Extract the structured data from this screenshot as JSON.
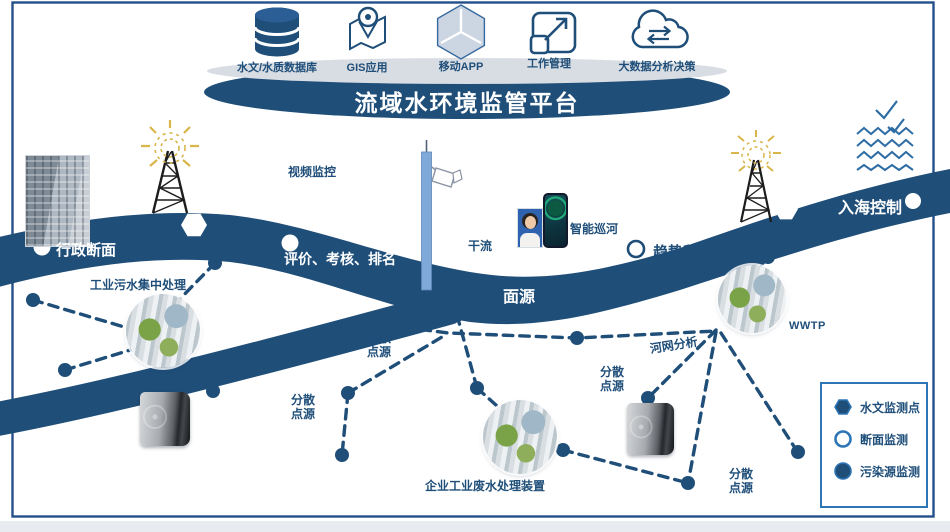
{
  "platform": {
    "title": "流域水环境监管平台",
    "modules": [
      {
        "label": "水文/水质数据库",
        "icon": "database-icon"
      },
      {
        "label": "GIS应用",
        "icon": "map-pin-icon"
      },
      {
        "label": "移动APP",
        "icon": "hexagon-box-icon"
      },
      {
        "label": "工作管理",
        "icon": "expand-arrow-icon"
      },
      {
        "label": "大数据分析决策",
        "icon": "cloud-transfer-icon"
      }
    ]
  },
  "river": {
    "admin_section": "行政断面",
    "evaluation": "评价、考核、排名",
    "main_stream": "干流",
    "nonpoint_source": "面源",
    "sea_entry": "入海控制",
    "trend_research": "趋势科研"
  },
  "monitoring": {
    "video": "视频监控",
    "smart_patrol": "智能巡河",
    "industrial_treatment": "工业污水集中处理",
    "network_analysis": "河网分析",
    "wwtp": "WWTP",
    "enterprise_device": "企业工业废水处理装置",
    "scatter_source": {
      "line1": "分散",
      "line2": "点源"
    }
  },
  "legend": {
    "items": [
      {
        "label": "水文监测点",
        "marker": "hexagon-filled"
      },
      {
        "label": "断面监测",
        "marker": "circle-outline"
      },
      {
        "label": "污染源监测",
        "marker": "circle-filled"
      }
    ]
  },
  "colors": {
    "navy": "#1F4E79",
    "legend_border": "#2E75B6",
    "pole_blue": "#7FA9D8",
    "signal_yellow": "#D9B54A",
    "platform_top_gray": "#D8DDE3"
  }
}
